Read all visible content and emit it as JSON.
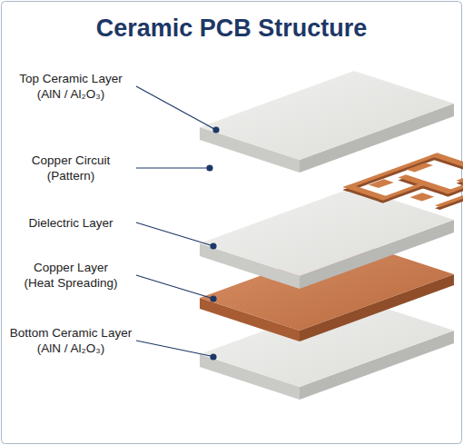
{
  "diagram": {
    "title": "Ceramic PCB Structure",
    "labels": [
      "Top Ceramic Layer (AlN / Al₂O₃)",
      "Copper Circuit (Pattern)",
      "Dielectric Layer",
      "Copper Layer (Heat Spreading)",
      "Bottom Ceramic Layer (AlN / Al₂O₃)"
    ]
  }
}
